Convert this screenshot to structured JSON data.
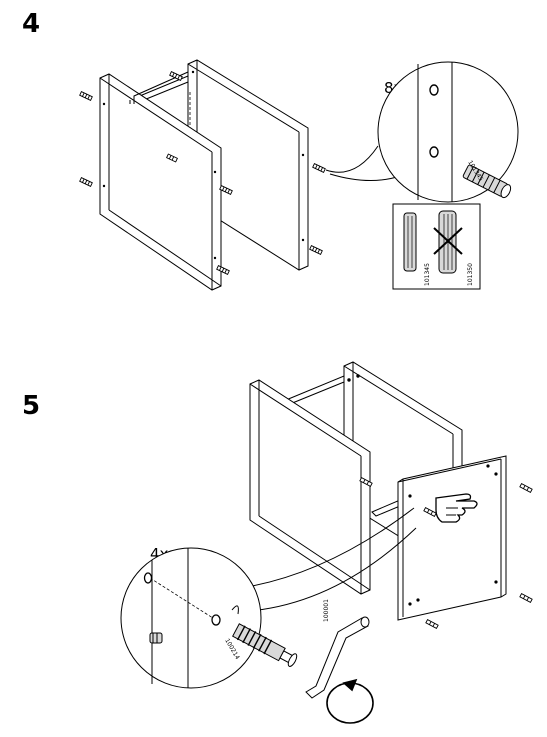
{
  "steps": [
    {
      "number": "4",
      "quantity": "8x",
      "part_number": "101345",
      "compare": {
        "ok_part": "101345",
        "wrong_part": "101350"
      }
    },
    {
      "number": "5",
      "quantity": "4x",
      "part_number": "100214",
      "tool_part": "100001"
    }
  ],
  "colors": {
    "line": "#000000",
    "paper": "#ffffff",
    "shade": "#d9d9d9"
  },
  "icons": [
    "pointing-hand-icon",
    "rotate-arrow-icon",
    "cross-out-icon"
  ]
}
